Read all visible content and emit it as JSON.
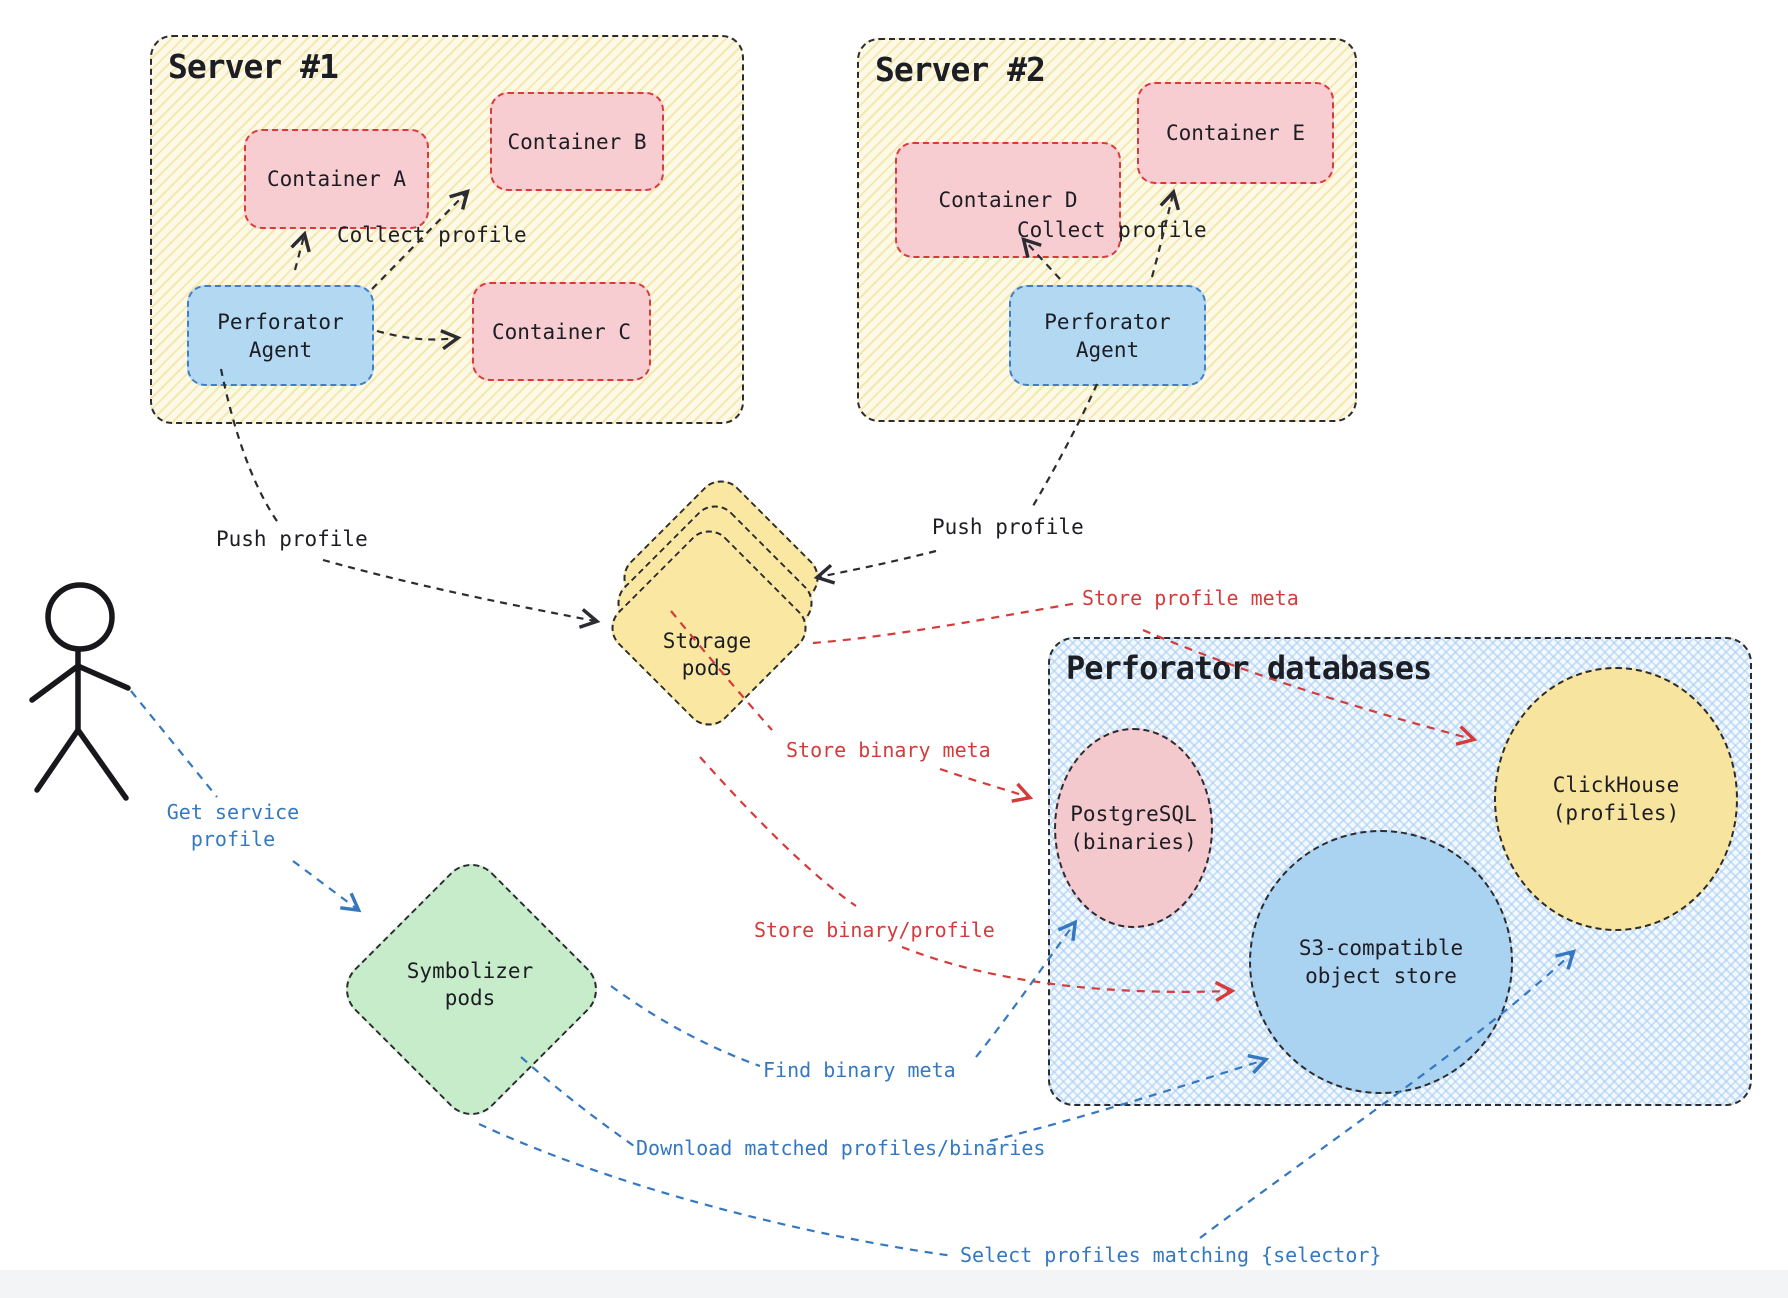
{
  "server1": {
    "title": "Server #1",
    "container_a": "Container A",
    "container_b": "Container B",
    "container_c": "Container C",
    "agent": "Perforator Agent",
    "collect": "Collect profile"
  },
  "server2": {
    "title": "Server #2",
    "container_d": "Container D",
    "container_e": "Container E",
    "agent": "Perforator Agent",
    "collect": "Collect profile"
  },
  "storage_pods": {
    "label": "Storage pods"
  },
  "symbolizer_pods": {
    "label": "Symbolizer pods"
  },
  "databases": {
    "title": "Perforator databases",
    "postgres_label": "PostgreSQL (binaries)",
    "s3_label": "S3-compatible object store",
    "clickhouse_label": "ClickHouse (profiles)"
  },
  "flows": {
    "push_profile_left": "Push profile",
    "push_profile_right": "Push profile",
    "store_profile_meta": "Store profile meta",
    "store_binary_meta": "Store binary meta",
    "store_binary_profile": "Store binary/profile",
    "get_service_profile": "Get service profile",
    "find_binary_meta": "Find binary meta",
    "download_matched": "Download matched profiles/binaries",
    "select_profiles": "Select profiles matching {selector}"
  },
  "colors": {
    "text_black": "#1d1d24",
    "flow_red": "#d63b3b",
    "flow_blue": "#3678c0",
    "server_fill": "#fdf9e7",
    "server_hatch": "#f0d882",
    "container_fill": "#f7cdd1",
    "container_stroke": "#d93b3b",
    "agent_fill": "#b3d8f2",
    "agent_stroke": "#3f7fc6",
    "storage_fill": "#f9e7a2",
    "symbolizer_fill": "#c7ecca",
    "databases_fill": "#f4f9fe",
    "databases_hatch": "#a6cdf2",
    "postgres_fill": "#f4c9cd",
    "s3_fill": "#aad2f1",
    "clickhouse_fill": "#f7e49e"
  }
}
